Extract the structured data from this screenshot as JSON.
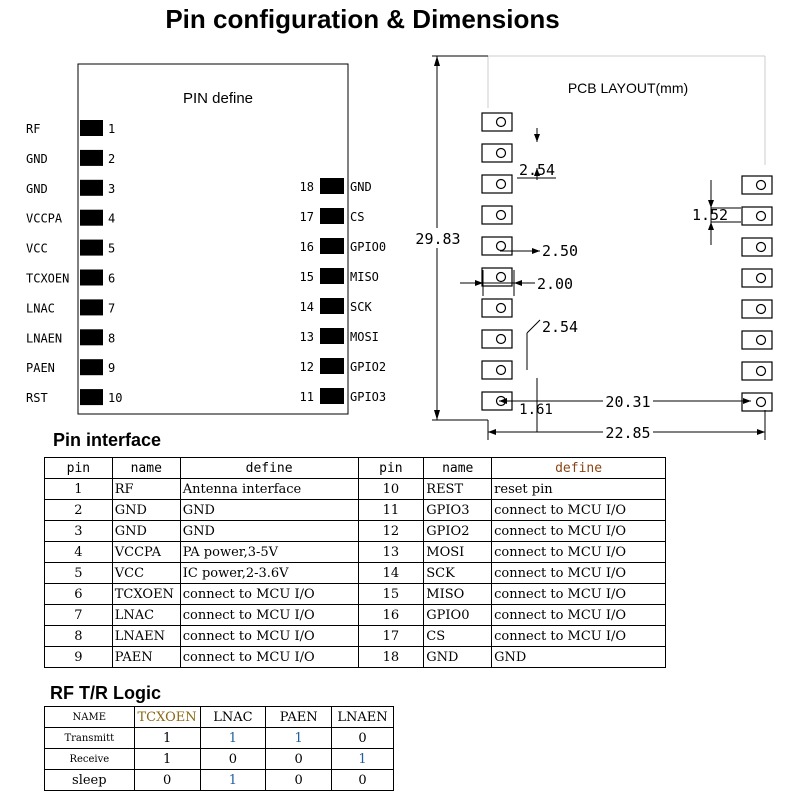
{
  "title": "Pin configuration & Dimensions",
  "pin_define": {
    "heading": "PIN define",
    "left_pins": [
      {
        "num": "1",
        "label": "RF"
      },
      {
        "num": "2",
        "label": "GND"
      },
      {
        "num": "3",
        "label": "GND"
      },
      {
        "num": "4",
        "label": "VCCPA"
      },
      {
        "num": "5",
        "label": "VCC"
      },
      {
        "num": "6",
        "label": "TCXOEN"
      },
      {
        "num": "7",
        "label": "LNAC"
      },
      {
        "num": "8",
        "label": "LNAEN"
      },
      {
        "num": "9",
        "label": "PAEN"
      },
      {
        "num": "10",
        "label": "RST"
      }
    ],
    "right_pins": [
      {
        "num": "18",
        "label": "GND"
      },
      {
        "num": "17",
        "label": "CS"
      },
      {
        "num": "16",
        "label": "GPIO0"
      },
      {
        "num": "15",
        "label": "MISO"
      },
      {
        "num": "14",
        "label": "SCK"
      },
      {
        "num": "13",
        "label": "MOSI"
      },
      {
        "num": "12",
        "label": "GPIO2"
      },
      {
        "num": "11",
        "label": "GPIO3"
      }
    ]
  },
  "pcb_layout": {
    "heading": "PCB LAYOUT(mm)",
    "dim_height": "29.83",
    "dim_pitch": "2.54",
    "dim_pitch2": "2.54",
    "dim_pad_w": "2.50",
    "dim_pad_h": "2.00",
    "dim_right_pad": "1.52",
    "dim_offset": "1.61",
    "dim_span": "20.31",
    "dim_width": "22.85"
  },
  "pin_interface": {
    "heading": "Pin interface",
    "headers": [
      "pin",
      "name",
      "define",
      "pin",
      "name",
      "define"
    ],
    "rows": [
      [
        "1",
        "RF",
        "Antenna interface",
        "10",
        "REST",
        "reset pin"
      ],
      [
        "2",
        "GND",
        "GND",
        "11",
        "GPIO3",
        "connect to MCU I/O"
      ],
      [
        "3",
        "GND",
        "GND",
        "12",
        "GPIO2",
        "connect to MCU I/O"
      ],
      [
        "4",
        "VCCPA",
        "PA power,3-5V",
        "13",
        "MOSI",
        "connect to MCU I/O"
      ],
      [
        "5",
        "VCC",
        "IC power,2-3.6V",
        "14",
        "SCK",
        "connect to MCU I/O"
      ],
      [
        "6",
        "TCXOEN",
        "connect to MCU I/O",
        "15",
        "MISO",
        "connect to MCU I/O"
      ],
      [
        "7",
        "LNAC",
        "connect to MCU I/O",
        "16",
        "GPIO0",
        "connect to MCU I/O"
      ],
      [
        "8",
        "LNAEN",
        "connect to MCU I/O",
        "17",
        "CS",
        "connect to MCU I/O"
      ],
      [
        "9",
        "PAEN",
        "connect to MCU I/O",
        "18",
        "GND",
        "GND"
      ]
    ]
  },
  "rf_logic": {
    "heading": "RF T/R Logic",
    "headers": [
      "NAME",
      "TCXOEN",
      "LNAC",
      "PAEN",
      "LNAEN"
    ],
    "rows": [
      [
        "Transmitt",
        "1",
        "1",
        "1",
        "0"
      ],
      [
        "Receive",
        "1",
        "0",
        "0",
        "1"
      ],
      [
        "sleep",
        "0",
        "1",
        "0",
        "0"
      ]
    ]
  },
  "colors": {
    "accent_brown": "#8B4513",
    "accent_blue": "#1F5FA0",
    "line": "#000000"
  }
}
